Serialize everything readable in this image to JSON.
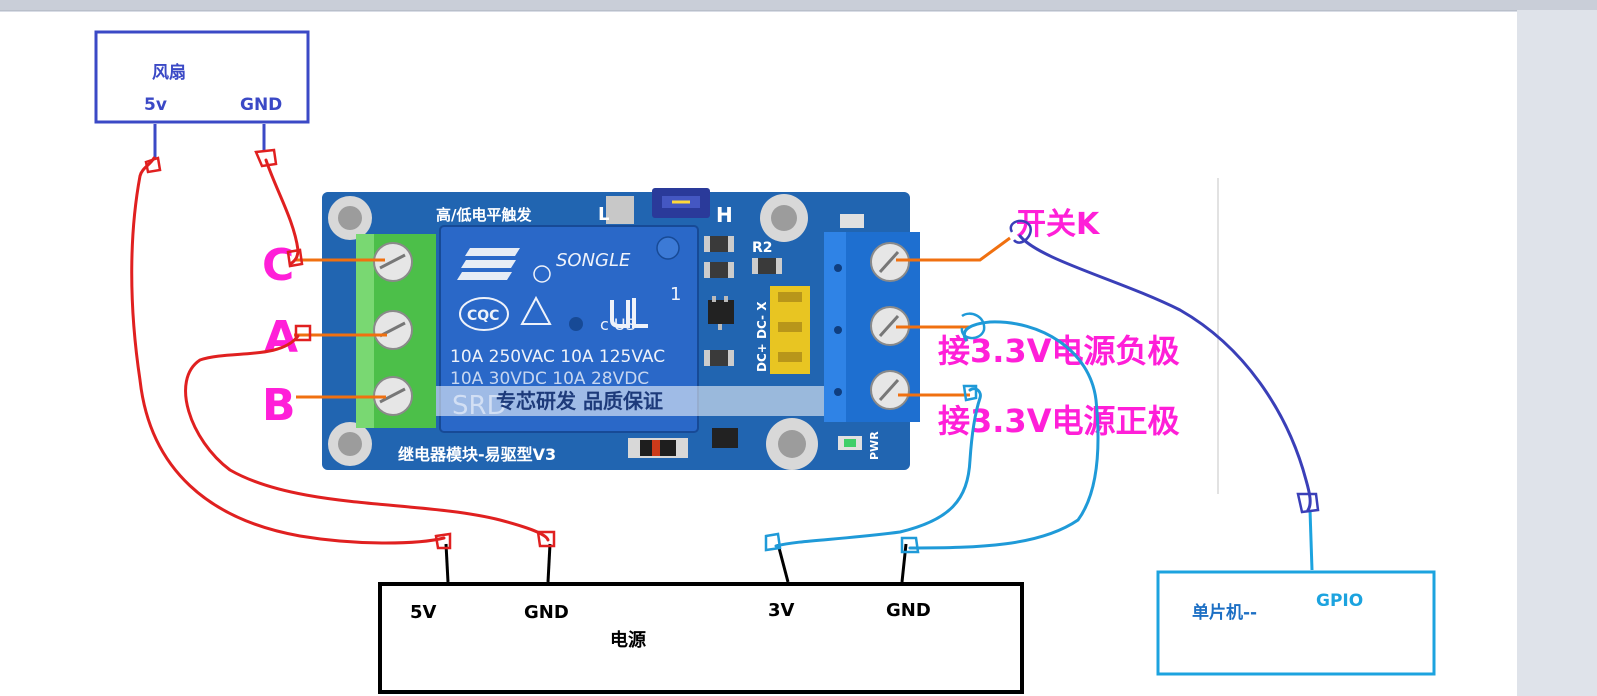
{
  "fan": {
    "title": "风扇",
    "pin_5v": "5v",
    "pin_gnd": "GND"
  },
  "power": {
    "title": "电源",
    "pin_5v": "5V",
    "pin_gnd_left": "GND",
    "pin_3v": "3V",
    "pin_gnd_right": "GND"
  },
  "mcu": {
    "title": "单片机--",
    "pin_gpio": "GPIO"
  },
  "relay_board": {
    "trigger_label": "高/低电平触发",
    "board_name": "继电器模块-易驱型V3",
    "watermark": "专芯研发   品质保证",
    "jumper_low": "L",
    "jumper_high": "H",
    "r2_label": "R2",
    "dc_label": "DC+ DC- X",
    "pwr_label": "PWR",
    "relay_brand": "SONGLE",
    "relay_cqc": "CQC",
    "relay_ul": "c  US",
    "relay_num": "1",
    "relay_spec_1": "10A 250VAC  10A 125VAC",
    "relay_spec_2": "10A  30VDC  10A  28VDC",
    "relay_model": "SRD"
  },
  "annotations": {
    "terminal_c": "C",
    "terminal_a": "A",
    "terminal_b": "B",
    "switch_k": "开关K",
    "neg_supply": "接3.3V电源负极",
    "pos_supply": "接3.3V电源正极"
  },
  "colors": {
    "fan_box": "#3b49c6",
    "power_box": "#000000",
    "mcu_box": "#1ca3df",
    "red_wire": "#e02020",
    "blue_wire": "#1f9ad8",
    "navy_wire": "#3a3fb8",
    "orange_line": "#f07010",
    "magenta": "#ff1fd8",
    "pcb_blue": "#1c5ea8",
    "relay_blue": "#2a68c8",
    "terminal_green": "#4cbf49",
    "terminal_blue": "#1e6fd0"
  }
}
